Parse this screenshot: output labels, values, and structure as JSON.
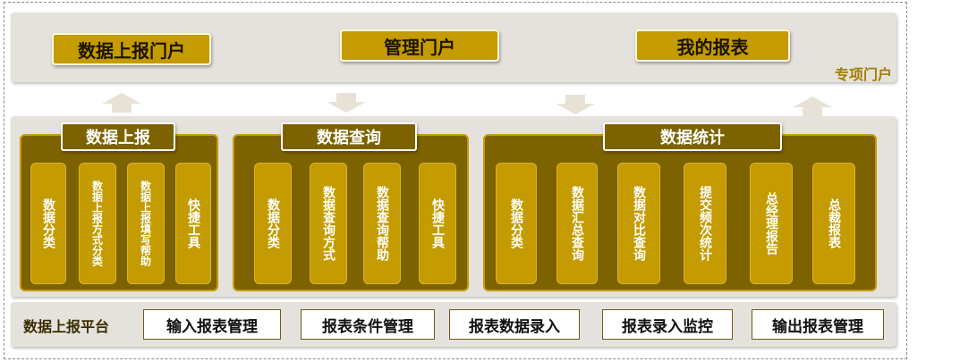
{
  "portals": [
    {
      "label": "数据上报门户"
    },
    {
      "label": "管理门户"
    },
    {
      "label": "我的报表"
    }
  ],
  "portal_tag": "专项门户",
  "groups": [
    {
      "title": "数据上报",
      "pillars": [
        "数据分类",
        "数据上报方式分类",
        "数据上报填写帮助",
        "快捷工具"
      ]
    },
    {
      "title": "数据查询",
      "pillars": [
        "数据分类",
        "数据查询方式",
        "数据查询帮助",
        "快捷工具"
      ]
    },
    {
      "title": "数据统计",
      "pillars": [
        "数据分类",
        "数据汇总查询",
        "数据对比查询",
        "提交频次统计",
        "总经理报告",
        "总裁报表"
      ]
    }
  ],
  "platform": {
    "label": "数据上报平台",
    "items": [
      "输入报表管理",
      "报表条件管理",
      "报表数据录入",
      "报表录入监控",
      "输出报表管理"
    ]
  },
  "colors": {
    "gold": "#c49b00",
    "dark_gold": "#7d6200",
    "band": "#e5e1dc",
    "arrow": "#e8e2d6"
  }
}
